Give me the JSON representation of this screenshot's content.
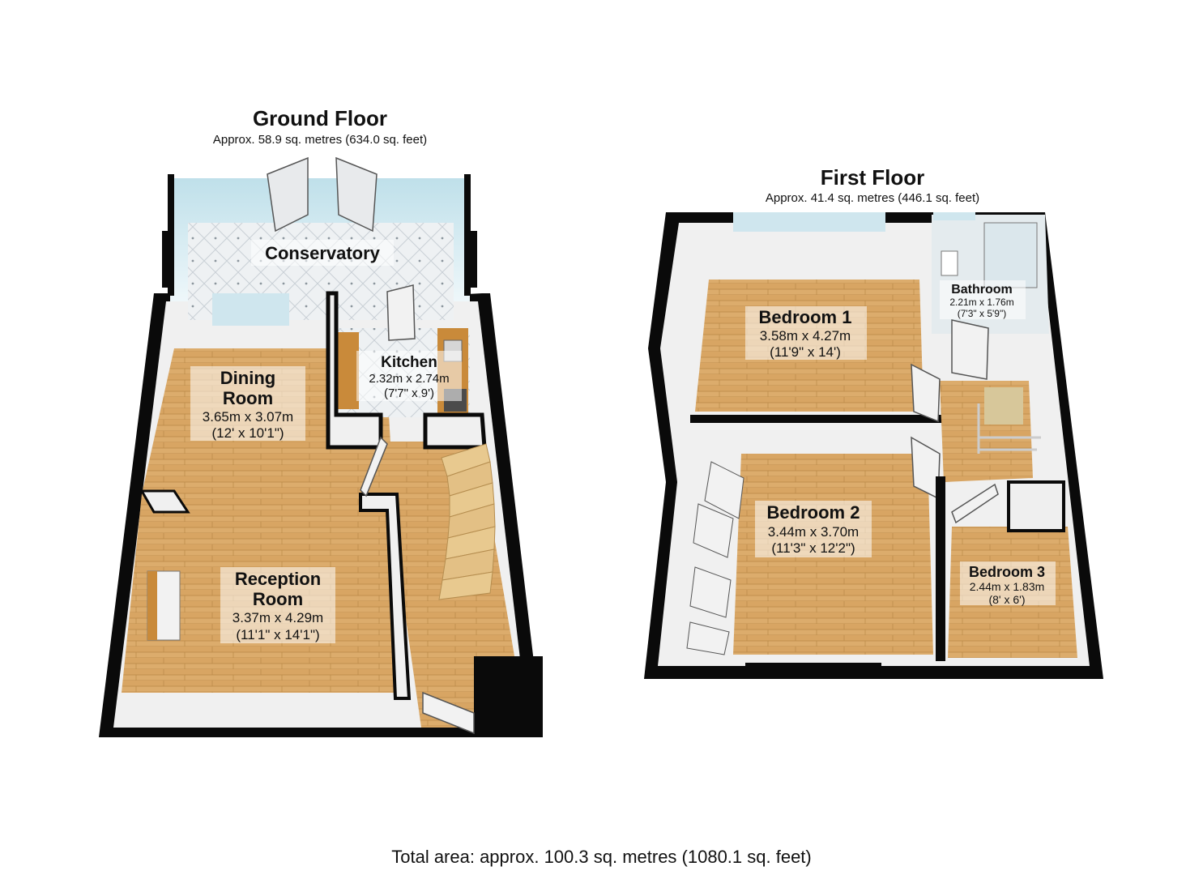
{
  "ground_floor": {
    "title": "Ground Floor",
    "area": "Approx. 58.9 sq. metres (634.0 sq. feet)",
    "rooms": [
      {
        "name": "Conservatory",
        "dim_m": "",
        "dim_ft": ""
      },
      {
        "name": "Kitchen",
        "dim_m": "2.32m x 2.74m",
        "dim_ft": "(7'7\" x 9')"
      },
      {
        "name_line1": "Dining",
        "name_line2": "Room",
        "dim_m": "3.65m x 3.07m",
        "dim_ft": "(12' x 10'1\")"
      },
      {
        "name_line1": "Reception",
        "name_line2": "Room",
        "dim_m": "3.37m x 4.29m",
        "dim_ft": "(11'1\" x 14'1\")"
      }
    ]
  },
  "first_floor": {
    "title": "First Floor",
    "area": "Approx. 41.4 sq. metres (446.1 sq. feet)",
    "rooms": [
      {
        "name": "Bedroom 1",
        "dim_m": "3.58m x 4.27m",
        "dim_ft": "(11'9\" x 14')"
      },
      {
        "name": "Bathroom",
        "dim_m": "2.21m x 1.76m",
        "dim_ft": "(7'3\" x 5'9\")"
      },
      {
        "name": "Bedroom 2",
        "dim_m": "3.44m x 3.70m",
        "dim_ft": "(11'3\" x 12'2\")"
      },
      {
        "name": "Bedroom 3",
        "dim_m": "2.44m x 1.83m",
        "dim_ft": "(8' x 6')"
      }
    ]
  },
  "total_area": "Total area: approx. 100.3 sq. metres (1080.1 sq. feet)",
  "colors": {
    "wall": "#0a0a0a",
    "inner_wall": "#f2f2f2",
    "floor_wood": "#d9a867",
    "floor_tile": "#e6ebef",
    "glass": "#cfe6ee",
    "stair": "#e8c98f",
    "counter": "#c98a3a"
  }
}
